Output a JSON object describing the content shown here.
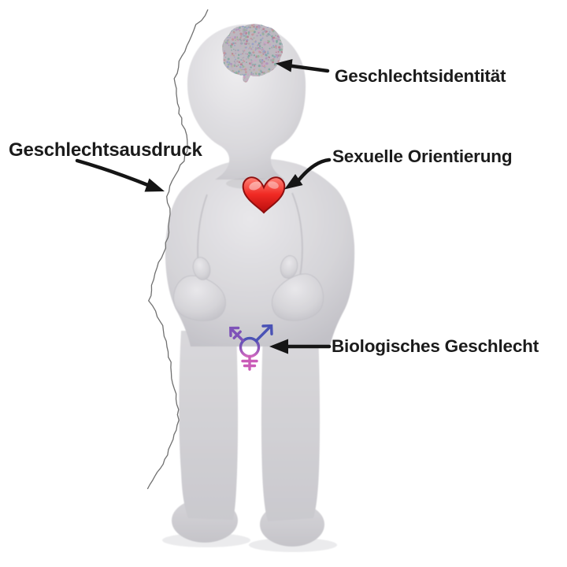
{
  "diagram": {
    "type": "annotated-illustration",
    "language": "de",
    "background_color": "#ffffff",
    "figure_description": "3D light-gray human figure standing with hands on hips",
    "labels": {
      "gender_identity": "Geschlechtsidentität",
      "gender_expression": "Geschlechtsausdruck",
      "sexual_orientation": "Sexuelle Orientierung",
      "biological_sex": "Biologisches Geschlecht"
    },
    "icons": {
      "brain": "brain-icon",
      "heart": "heart-icon",
      "transgender_symbol": "transgender-symbol-icon",
      "body_outline": "body-outline-squiggle"
    },
    "colors": {
      "label_text": "#1b1b1b",
      "arrow_black": "#151515",
      "figure_gray": "#d6d5d8",
      "outline_gray": "#707070",
      "heart_red": "#e32222",
      "trans_blue": "#4a52b5",
      "trans_purple": "#7e52b8",
      "trans_pink": "#ca5cb8",
      "brain_speckles": [
        "#c4939b",
        "#93b29c",
        "#97a0c6",
        "#b095bb",
        "#bcb7a4",
        "#a8a4b0",
        "#caa6c2",
        "#8aa9b5",
        "#b97f92",
        "#7fa8a0"
      ]
    }
  }
}
